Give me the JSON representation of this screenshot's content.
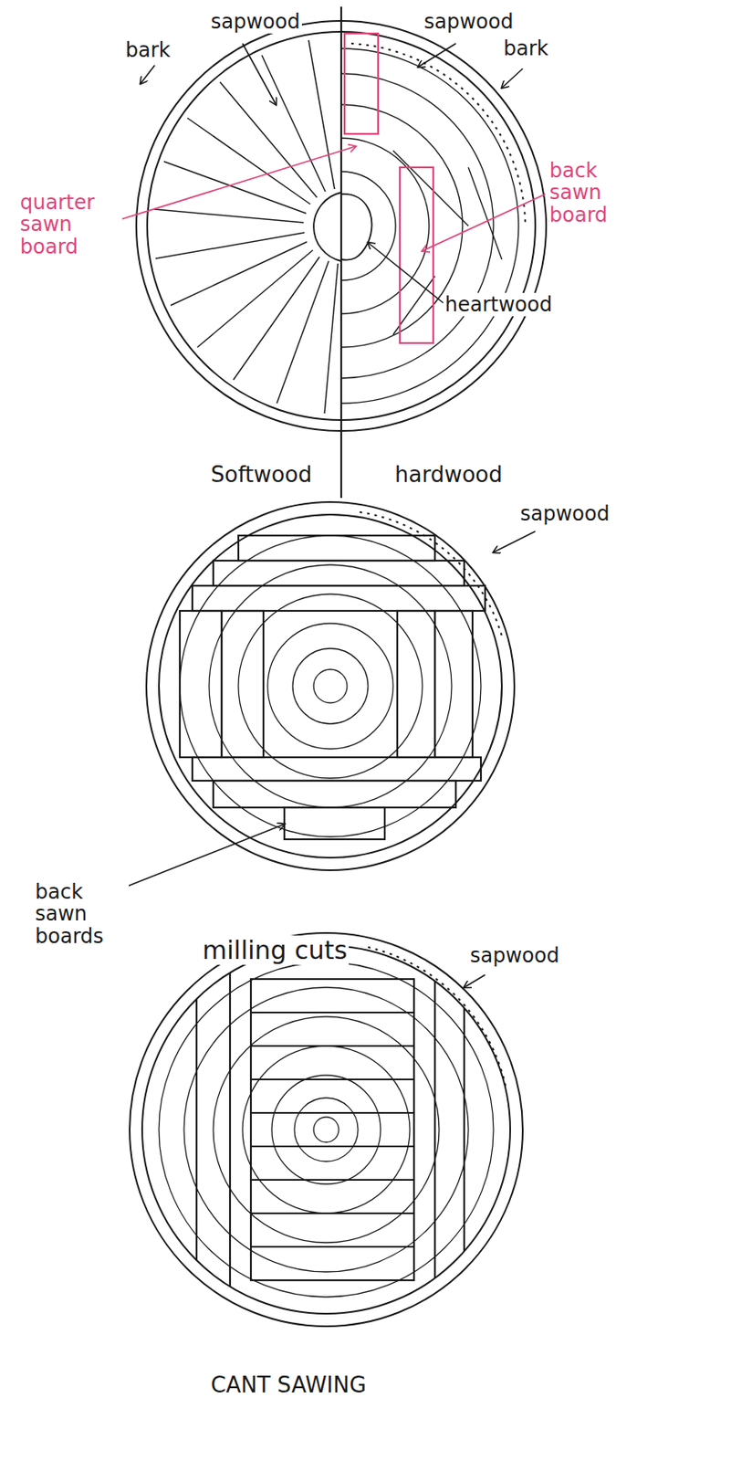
{
  "diagram": {
    "labels": [
      "sapwood",
      "sapwood",
      "bark",
      "bark",
      "quarter sawn board",
      "back sawn board",
      "heartwood",
      "Softwood",
      "hardwood",
      "sapwood",
      "back sawn boards",
      "milling cuts",
      "sapwood",
      "CANT SAWING"
    ]
  }
}
